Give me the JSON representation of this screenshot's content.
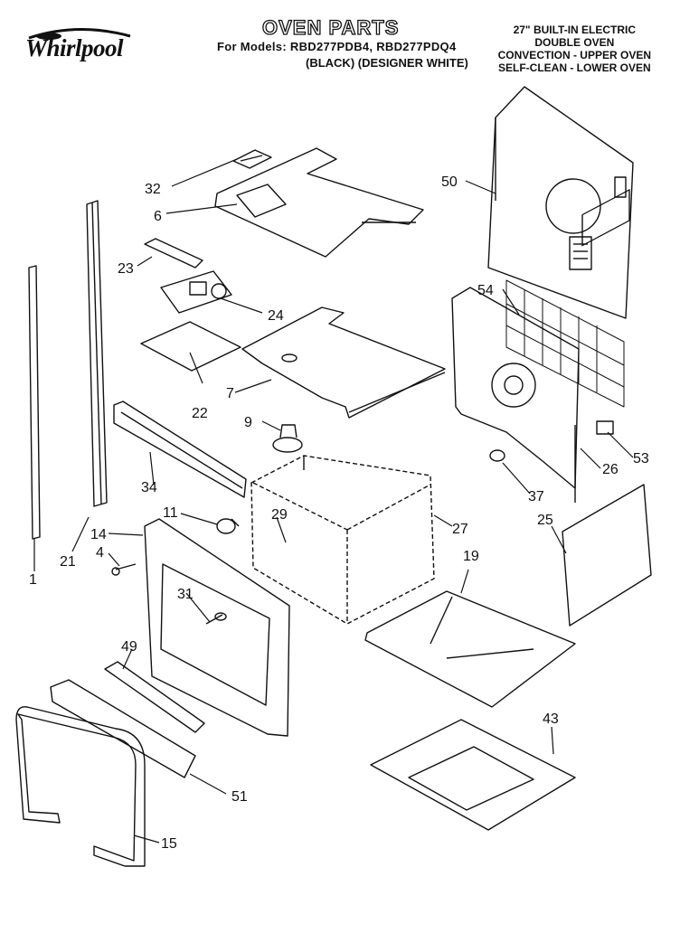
{
  "header": {
    "brand": "Whirlpool",
    "title": "OVEN PARTS",
    "models": "For Models: RBD277PDB4, RBD277PDQ4",
    "colors": "(BLACK)  (DESIGNER WHITE)",
    "description": [
      "27\" BUILT-IN ELECTRIC",
      "DOUBLE OVEN",
      "CONVECTION - UPPER OVEN",
      "SELF-CLEAN - LOWER OVEN"
    ]
  },
  "callouts": [
    "32",
    "6",
    "50",
    "23",
    "24",
    "54",
    "7",
    "22",
    "9",
    "53",
    "26",
    "34",
    "37",
    "11",
    "29",
    "27",
    "25",
    "14",
    "21",
    "4",
    "19",
    "31",
    "49",
    "43",
    "51",
    "15",
    "1"
  ]
}
